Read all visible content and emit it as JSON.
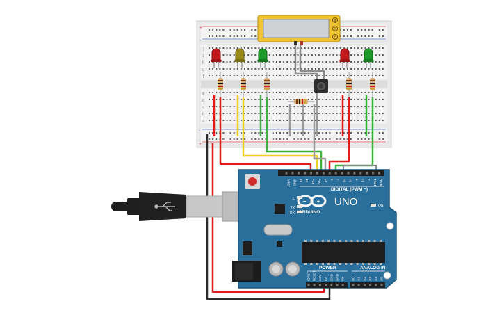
{
  "board": {
    "brand": "ARDUINO",
    "model": "UNO",
    "digital_label": "DIGITAL (PWM ~)",
    "power_label": "POWER",
    "analog_label": "ANALOG IN",
    "on_label": "ON",
    "led_labels": [
      "L",
      "TX",
      "RX"
    ],
    "top_header_labels": [
      "AREF",
      "GND",
      "13",
      "12",
      "~11",
      "~10",
      "~9",
      "8",
      "7",
      "~6",
      "~5",
      "4",
      "~3",
      "2",
      "TX▸1",
      "RX◂0"
    ],
    "power_pin_labels": [
      "IOREF",
      "RESET",
      "3.3V",
      "5V",
      "GND",
      "GND",
      "Vin"
    ],
    "analog_pin_labels": [
      "A0",
      "A1",
      "A2",
      "A3",
      "A4",
      "A5"
    ]
  },
  "breadboard": {
    "row_letters_top": [
      "j",
      "i",
      "h",
      "g",
      "f"
    ],
    "row_letters_bottom": [
      "e",
      "d",
      "c",
      "b",
      "a"
    ],
    "rail_sign_plus": "+",
    "rail_sign_minus": "-"
  },
  "display": {
    "text": "",
    "buttons": [
      "A",
      "B",
      "C"
    ]
  },
  "colors": {
    "board": "#2a6e9c",
    "breadboard": "#ececec",
    "wire_red": "#e01b1b",
    "wire_yellow": "#f0d020",
    "wire_green": "#3bb23b",
    "wire_black": "#2b2b2b",
    "wire_gray": "#9a9a9a",
    "led_red": "#c0181b",
    "led_yellow": "#9a8a1a",
    "led_green": "#1d9a2a",
    "lcd_frame": "#f0c430"
  }
}
